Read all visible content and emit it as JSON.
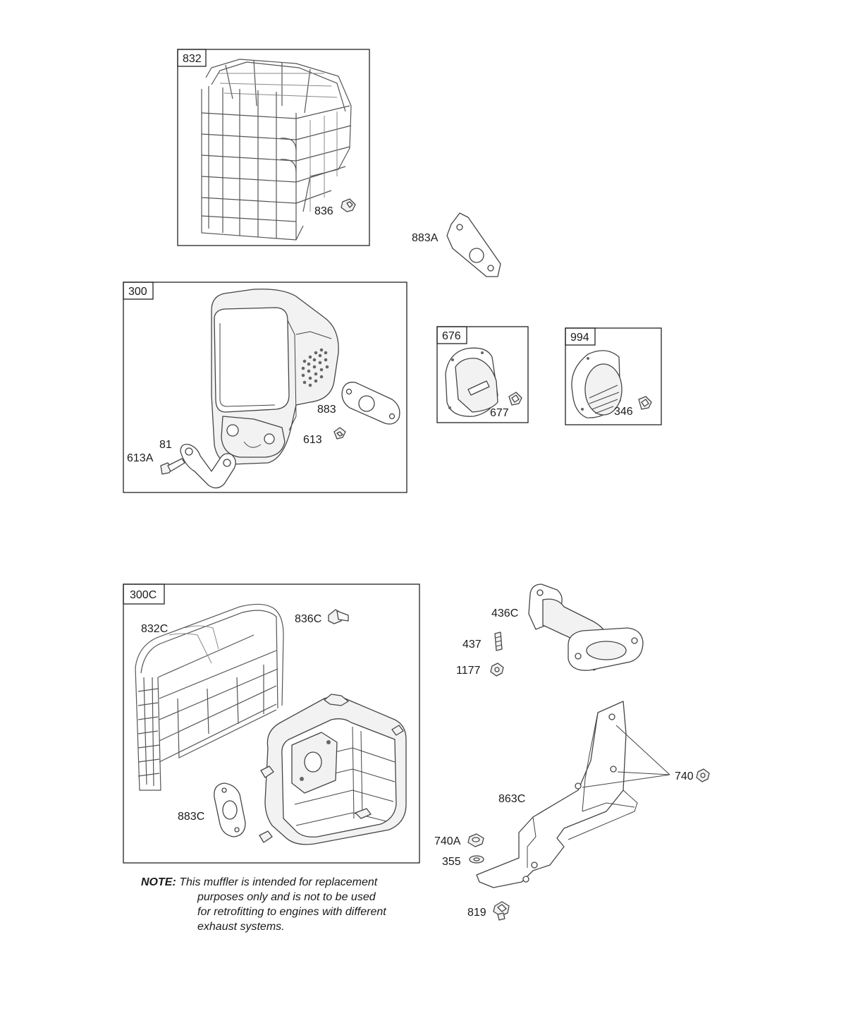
{
  "groups": {
    "g832": "832",
    "g300": "300",
    "g676": "676",
    "g994": "994",
    "g300c": "300C"
  },
  "parts": {
    "p836": "836",
    "p883a": "883A",
    "p883": "883",
    "p613": "613",
    "p81": "81",
    "p613a": "613A",
    "p677": "677",
    "p346": "346",
    "p836c": "836C",
    "p832c": "832C",
    "p883c": "883C",
    "p436c": "436C",
    "p437": "437",
    "p1177": "1177",
    "p740": "740",
    "p863c": "863C",
    "p740a": "740A",
    "p355": "355",
    "p819": "819"
  },
  "note": {
    "label": "NOTE:",
    "line1": "This muffler is intended for replacement",
    "line2": "purposes only and is not to be used",
    "line3": "for retrofitting to engines with different",
    "line4": "exhaust systems."
  }
}
